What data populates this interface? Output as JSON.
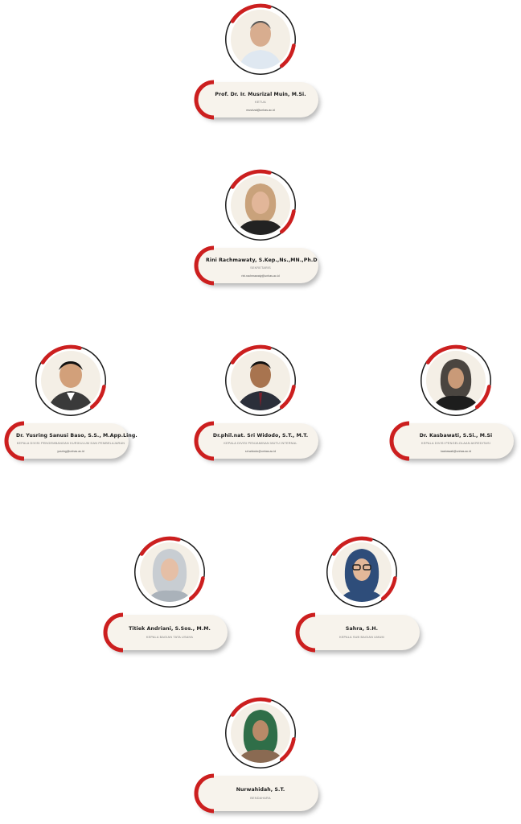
{
  "theme": {
    "accent": "#cc1f1f",
    "ring": "#1a1a1a",
    "card": "#f7f3ec"
  },
  "members": [
    {
      "name": "Prof. Dr. Ir. Musrizal Muin, M.Si.",
      "role": "KETUA",
      "email": "musrizal@unhas.ac.id"
    },
    {
      "name": "Rini Rachmawaty, S.Kep.,Ns.,MN.,Ph.D",
      "role": "SEKRETARIS",
      "email": "rini.rachmawaty@unhas.ac.id"
    },
    {
      "name": "Dr. Yusring Sanusi Baso, S.S., M.App.Ling.",
      "role": "KEPALA DIVISI PENGEMBANGAN KURIKULUM DAN PEMBELAJARAN",
      "email": "yusring@unhas.ac.id"
    },
    {
      "name": "Dr.phil.nat. Sri Widodo, S.T., M.T.",
      "role": "KEPALA DIVISI PENJAMINAN MUTU INTERNAL",
      "email": "sri.widodo@unhas.ac.id"
    },
    {
      "name": "Dr. Kasbawati, S.Si., M.Si",
      "role": "KEPALA DIVISI PENGELOLAAN AKREDITASI",
      "email": "kasbawati@unhas.ac.id"
    },
    {
      "name": "Titiek Andriani, S.Sos., M.M.",
      "role": "KEPALA BAGIAN TATA USAHA",
      "email": ""
    },
    {
      "name": "Sahra, S.H.",
      "role": "KEPALA SUB BAGIAN UMUM",
      "email": ""
    },
    {
      "name": "Nurwahidah, S.T.",
      "role": "BENDAHARA",
      "email": ""
    }
  ]
}
